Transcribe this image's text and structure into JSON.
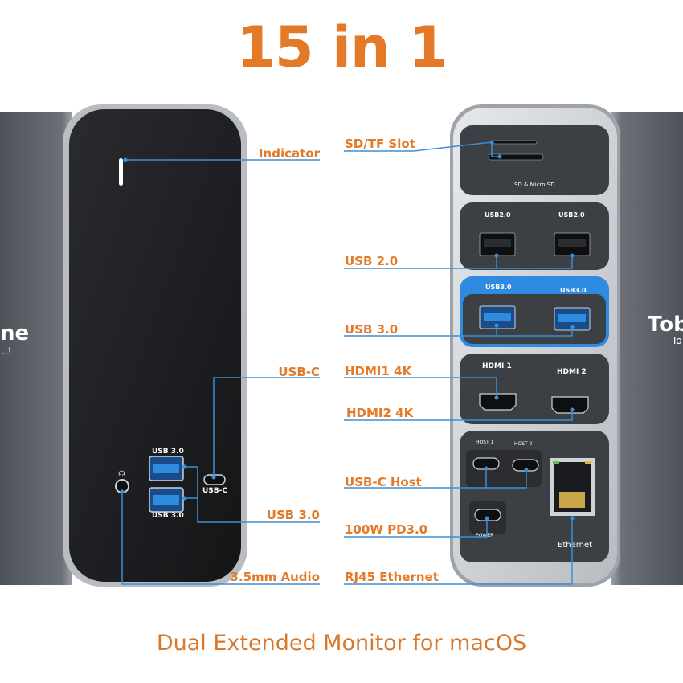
{
  "headline": "15 in 1",
  "tagline": "Dual Extended Monitor for macOS",
  "brand": {
    "left_fragment": "ne",
    "left_sub": "..!",
    "right_fragment": "Tob",
    "right_sub": "To"
  },
  "left_panel": {
    "callouts": {
      "indicator": "Indicator",
      "usb_c": "USB-C",
      "usb3": "USB 3.0",
      "audio": "3.5mm Audio"
    },
    "port_labels": {
      "usb3_top": "USB 3.0",
      "usb3_bottom": "USB 3.0",
      "usb_c": "USB-C"
    }
  },
  "right_panel": {
    "callouts": {
      "sd_tf": "SD/TF Slot",
      "usb2": "USB 2.0",
      "usb3": "USB 3.0",
      "hdmi1": "HDMI1 4K",
      "hdmi2": "HDMI2 4K",
      "usb_c_host": "USB-C Host",
      "pd": "100W PD3.0",
      "rj45": "RJ45 Ethernet"
    },
    "port_labels": {
      "sd": "SD & Micro SD",
      "usb2_a": "USB2.0",
      "usb2_b": "USB2.0",
      "usb3_a": "USB3.0",
      "usb3_b": "USB3.0",
      "hdmi1": "HDMI 1",
      "hdmi2": "HDMI 2",
      "host1": "HOST 1",
      "host2": "HOST 2",
      "power": "POWER",
      "ethernet": "Ethernet"
    }
  },
  "colors": {
    "accent_orange": "#e47a27",
    "leader_blue": "#3a8fd8",
    "usb3_blue": "#2f8be0",
    "body_gray": "#5a5f66",
    "panel_black": "#1c1d20"
  }
}
